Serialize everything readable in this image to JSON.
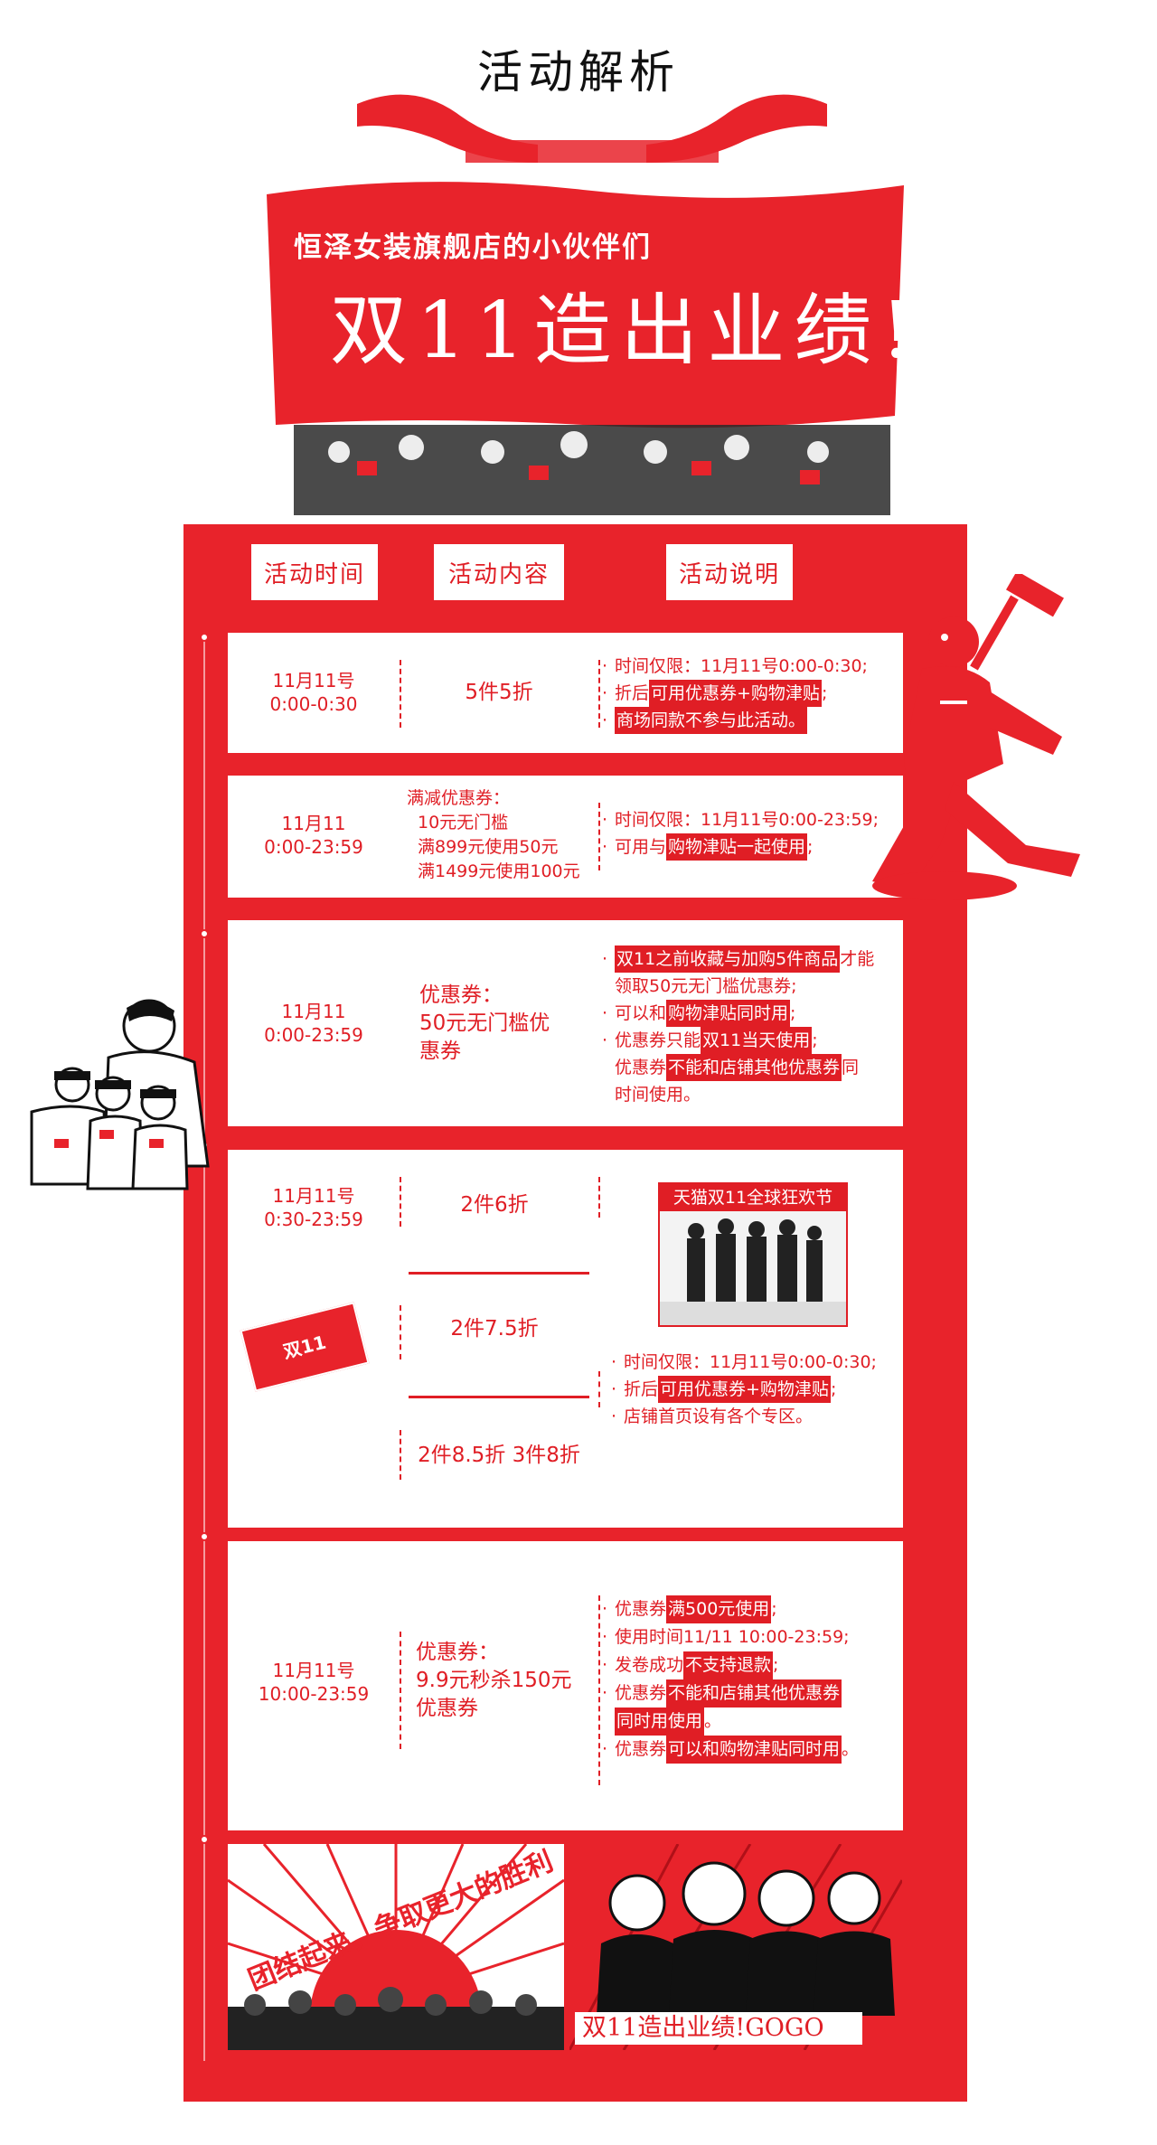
{
  "header": {
    "title": "活动解析",
    "banner_sub": "恒泽女装旗舰店的小伙伴们",
    "banner_big": "双11造出业绩!"
  },
  "tabs": [
    "活动时间",
    "活动内容",
    "活动说明"
  ],
  "cards": [
    {
      "time": [
        "11月11号",
        "0:00-0:30"
      ],
      "content": [
        "5件5折"
      ],
      "notes": [
        [
          {
            "t": "时间仅限：11月11号0:00-0:30;",
            "h": false
          }
        ],
        [
          {
            "t": "折后",
            "h": false
          },
          {
            "t": "可用优惠券+购物津贴",
            "h": true
          },
          {
            "t": ";",
            "h": false
          }
        ],
        [
          {
            "t": "商场同款不参与此活动。",
            "h": true
          }
        ]
      ]
    },
    {
      "time": [
        "11月11",
        "0:00-23:59"
      ],
      "content": [
        "满减优惠券：",
        "10元无门槛",
        "满899元使用50元",
        "满1499元使用100元"
      ],
      "notes": [
        [
          {
            "t": "时间仅限：11月11号0:00-23:59;",
            "h": false
          }
        ],
        [
          {
            "t": "可用与",
            "h": false
          },
          {
            "t": "购物津贴一起使用",
            "h": true
          },
          {
            "t": ";",
            "h": false
          }
        ]
      ]
    },
    {
      "time": [
        "11月11",
        "0:00-23:59"
      ],
      "content": [
        "优惠券：",
        "50元无门槛优",
        "惠券"
      ],
      "notes": [
        [
          {
            "t": "双11之前收藏与加购5件商品",
            "h": true
          },
          {
            "t": "才能",
            "h": false
          }
        ],
        [
          {
            "t": "领取50元无门槛优惠券;",
            "h": false
          }
        ],
        [
          {
            "t": "可以和",
            "h": false
          },
          {
            "t": "购物津贴同时用",
            "h": true
          },
          {
            "t": ";",
            "h": false
          }
        ],
        [
          {
            "t": "优惠券只能",
            "h": false
          },
          {
            "t": "双11当天使用",
            "h": true
          },
          {
            "t": ";",
            "h": false
          }
        ],
        [
          {
            "t": "优惠券",
            "h": false
          },
          {
            "t": "不能和店铺其他优惠券",
            "h": true
          },
          {
            "t": "同",
            "h": false
          }
        ],
        [
          {
            "t": "时间使用。",
            "h": false
          }
        ]
      ]
    },
    {
      "time": [
        "11月11号",
        "0:30-23:59"
      ],
      "content": [
        "2件6折",
        "2件7.5折",
        "2件8.5折 3件8折"
      ],
      "poster_title": "天猫双11全球狂欢节",
      "sticker": "双11",
      "notes": [
        [
          {
            "t": "时间仅限：11月11号0:00-0:30;",
            "h": false
          }
        ],
        [
          {
            "t": "折后",
            "h": false
          },
          {
            "t": "可用优惠券+购物津贴",
            "h": true
          },
          {
            "t": ";",
            "h": false
          }
        ],
        [
          {
            "t": "店铺首页设有各个专区。",
            "h": false
          }
        ]
      ]
    },
    {
      "time": [
        "11月11号",
        "10:00-23:59"
      ],
      "content": [
        "优惠券：",
        "9.9元秒杀150元",
        "优惠券"
      ],
      "notes": [
        [
          {
            "t": "优惠券",
            "h": false
          },
          {
            "t": "满500元使用",
            "h": true
          },
          {
            "t": ";",
            "h": false
          }
        ],
        [
          {
            "t": "使用时间11/11  10:00-23:59;",
            "h": false
          }
        ],
        [
          {
            "t": "发卷成功",
            "h": false
          },
          {
            "t": "不支持退款",
            "h": true
          },
          {
            "t": ";",
            "h": false
          }
        ],
        [
          {
            "t": "优惠券",
            "h": false
          },
          {
            "t": "不能和店铺其他优惠券",
            "h": true
          }
        ],
        [
          {
            "t": "同时用使用",
            "h": true
          },
          {
            "t": "。",
            "h": false
          }
        ],
        [
          {
            "t": "优惠券",
            "h": false
          },
          {
            "t": "可以和购物津贴同时用",
            "h": true
          },
          {
            "t": "。",
            "h": false
          }
        ]
      ]
    }
  ],
  "bottom": {
    "left_slogan": "团结起来，争取更大的胜利",
    "right_caption": "双11造出业绩!GOGO"
  },
  "colors": {
    "red": "#e8232b",
    "text_red": "#e01e25"
  }
}
